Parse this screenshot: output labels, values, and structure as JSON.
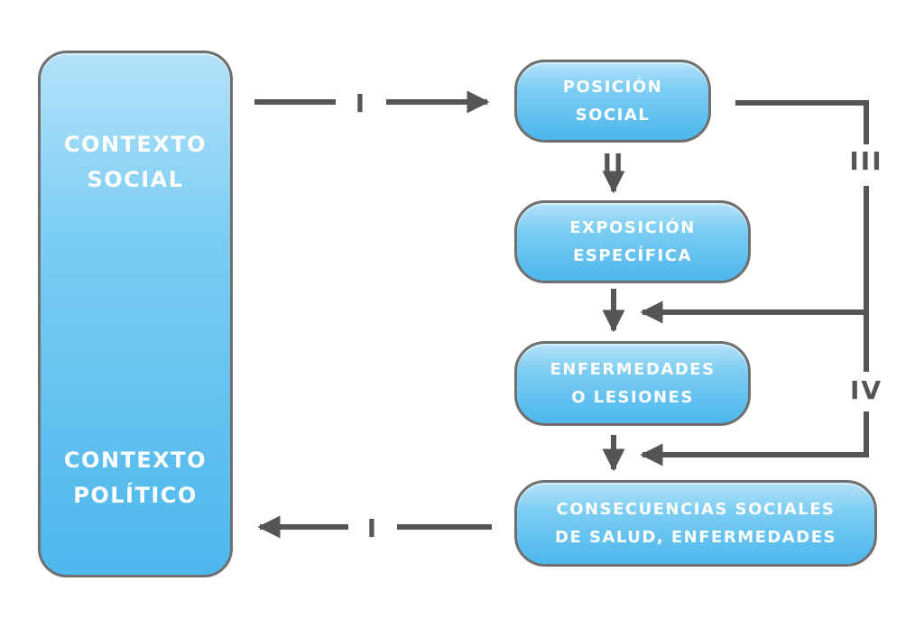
{
  "left_box": {
    "top_label": [
      "CONTEXTO",
      "SOCIAL"
    ],
    "bottom_label": [
      "CONTEXTO",
      "POLÍTICO"
    ]
  },
  "nodes": {
    "posicion_social": [
      "POSICIÓN",
      "SOCIAL"
    ],
    "exposicion_especifica": [
      "EXPOSICIÓN",
      "ESPECÍFICA"
    ],
    "enfermedades_lesiones": [
      "ENFERMEDADES",
      "O LESIONES"
    ],
    "consecuencias": [
      "CONSECUENCIAS SOCIALES",
      "DE SALUD, ENFERMEDADES"
    ]
  },
  "arrow_labels": {
    "top_arrow": "I",
    "bottom_arrow": "I",
    "posicion_to_exposicion": "II",
    "right_loop_upper": "III",
    "right_loop_lower": "IV"
  },
  "colors": {
    "box_fill_top": "#b4e2f9",
    "box_fill_bottom": "#4db7ec",
    "box_border": "#6f6f6f",
    "arrow": "#555555",
    "text": "#ffffff"
  }
}
